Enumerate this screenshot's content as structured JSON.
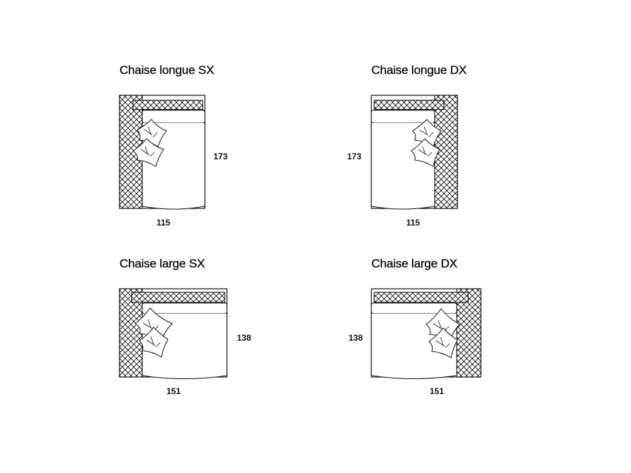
{
  "modules": [
    {
      "id": "chaise-longue-sx",
      "title": "Chaise longue SX",
      "depth": "173",
      "width": "115"
    },
    {
      "id": "chaise-longue-dx",
      "title": "Chaise longue DX",
      "depth": "173",
      "width": "115"
    },
    {
      "id": "chaise-large-sx",
      "title": "Chaise large  SX",
      "depth": "138",
      "width": "151"
    },
    {
      "id": "chaise-large-dx",
      "title": "Chaise large DX",
      "depth": "138",
      "width": "151"
    }
  ]
}
